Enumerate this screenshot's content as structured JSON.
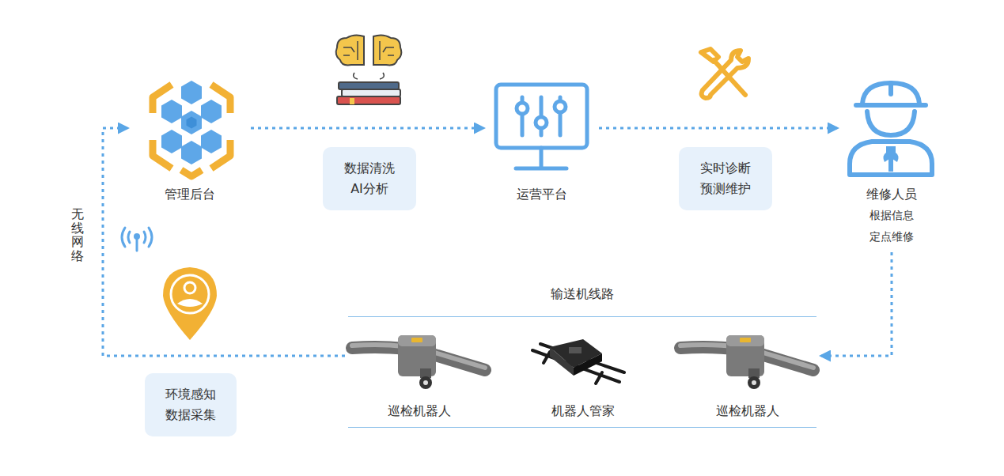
{
  "diagram": {
    "nodes": [
      {
        "text": [
          "管理后台"
        ]
      },
      {
        "text": [
          "运营平台"
        ]
      },
      {
        "text": [
          "维修人员",
          "根据信息 定点维修"
        ]
      },
      {
        "text": [
          "输送机线路"
        ]
      },
      {
        "text": [
          "巡检机器人"
        ],
        "in": 3
      },
      {
        "text": [
          "机器人管家"
        ],
        "in": 3
      },
      {
        "text": [
          "巡检机器人"
        ],
        "in": 3
      }
    ],
    "edges": [
      {
        "from": 0,
        "to": 1,
        "arrow": "to",
        "label": "数据清洗 AI分析"
      },
      {
        "from": 1,
        "to": 2,
        "arrow": "to",
        "label": "实时诊断 预测维护"
      },
      {
        "from": 2,
        "to": 3,
        "arrow": "to"
      },
      {
        "from": 3,
        "to": 0,
        "arrow": "to",
        "label": "环境感知 数据采集"
      }
    ],
    "labels": [
      "无线网络"
    ]
  }
}
